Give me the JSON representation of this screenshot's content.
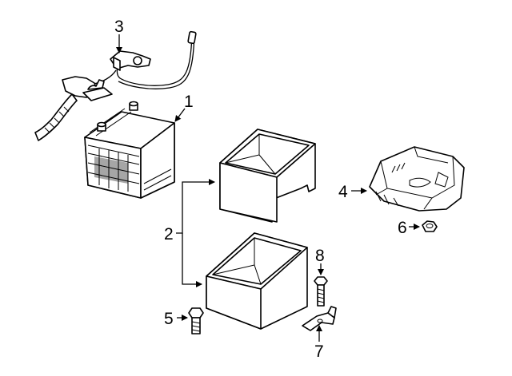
{
  "callouts": [
    {
      "id": "1",
      "part": "battery"
    },
    {
      "id": "2",
      "part": "battery-tray-and-insulator"
    },
    {
      "id": "3",
      "part": "battery-cable"
    },
    {
      "id": "4",
      "part": "battery-tray"
    },
    {
      "id": "5",
      "part": "bolt"
    },
    {
      "id": "6",
      "part": "nut"
    },
    {
      "id": "7",
      "part": "hold-down-clamp"
    },
    {
      "id": "8",
      "part": "bolt"
    }
  ]
}
